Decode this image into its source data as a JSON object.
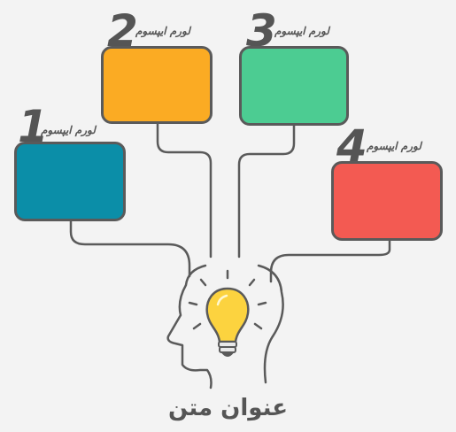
{
  "title": "عنوان متن",
  "items": [
    {
      "number": "1",
      "label": "لورم ایپسوم",
      "color": "#0b8ea8"
    },
    {
      "number": "2",
      "label": "لورم ایپسوم",
      "color": "#fbab23"
    },
    {
      "number": "3",
      "label": "لورم ایپسوم",
      "color": "#4ccc92"
    },
    {
      "number": "4",
      "label": "لورم ایپسوم",
      "color": "#f35a52"
    }
  ],
  "colors": {
    "stroke": "#5a5a5a",
    "bulb": "#fcd33f",
    "background": "#f3f3f3"
  },
  "icons": {
    "center": "head-with-lightbulb-icon"
  }
}
